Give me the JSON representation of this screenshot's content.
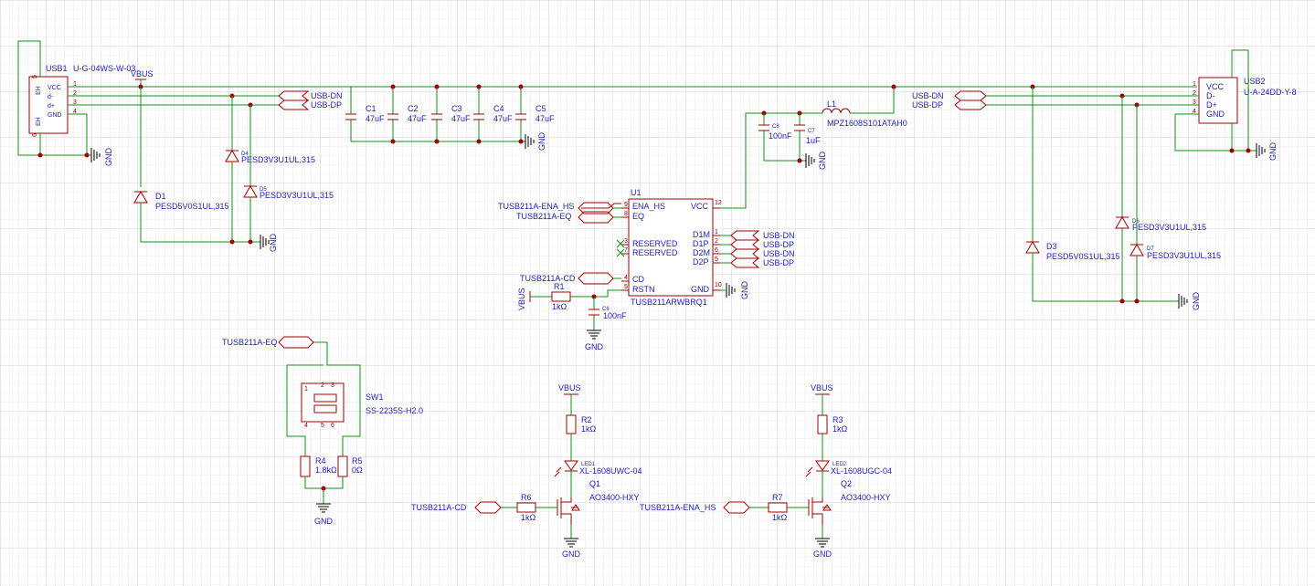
{
  "connectors": {
    "usb1": {
      "ref": "USB1",
      "part": "U-G-04WS-W-03",
      "pins": [
        "VCC",
        "d-",
        "d+",
        "GND"
      ],
      "nums": [
        "1",
        "2",
        "3",
        "4"
      ],
      "shield": [
        "EH",
        "EH"
      ],
      "shield_nums": [
        "5",
        "6"
      ]
    },
    "usb2": {
      "ref": "USB2",
      "part": "U-A-24DD-Y-8",
      "pins": [
        "VCC",
        "D-",
        "D+",
        "GND"
      ],
      "nums": [
        "1",
        "2",
        "3",
        "4"
      ]
    }
  },
  "capacitors": [
    {
      "ref": "C1",
      "value": "47uF"
    },
    {
      "ref": "C2",
      "value": "47uF"
    },
    {
      "ref": "C3",
      "value": "47uF"
    },
    {
      "ref": "C4",
      "value": "47uF"
    },
    {
      "ref": "C5",
      "value": "47uF"
    },
    {
      "ref": "C6",
      "value": "100nF"
    },
    {
      "ref": "C7",
      "value": "1uF"
    },
    {
      "ref": "C8",
      "value": "100nF"
    }
  ],
  "inductor": {
    "ref": "L1",
    "part": "MPZ1608S101ATAH0"
  },
  "diodes": [
    {
      "ref": "D1",
      "part": "PESD5V0S1UL,315"
    },
    {
      "ref": "D4",
      "part": "PESD3V3U1UL,315"
    },
    {
      "ref": "D5",
      "part": "PESD3V3U1UL,315"
    },
    {
      "ref": "D3",
      "part": "PESD5V0S1UL,315"
    },
    {
      "ref": "D6",
      "part": "PESD3V3U1UL,315"
    },
    {
      "ref": "D7",
      "part": "PESD3V3U1UL,315"
    }
  ],
  "ic": {
    "ref": "U1",
    "part": "TUSB211ARWBRQ1",
    "left_pins": [
      {
        "name": "ENA_HS",
        "num": "9"
      },
      {
        "name": "EQ",
        "num": "8"
      },
      {
        "name": "RESERVED",
        "num": "3"
      },
      {
        "name": "RESERVED",
        "num": "7"
      },
      {
        "name": "CD",
        "num": "4"
      },
      {
        "name": "RSTN",
        "num": "5"
      }
    ],
    "right_pins": [
      {
        "name": "VCC",
        "num": "12"
      },
      {
        "name": "D1M",
        "num": "1"
      },
      {
        "name": "D1P",
        "num": "2"
      },
      {
        "name": "D2M",
        "num": "6"
      },
      {
        "name": "D2P",
        "num": "5"
      },
      {
        "name": "GND",
        "num": "10"
      }
    ]
  },
  "resistors": [
    {
      "ref": "R1",
      "value": "1kΩ"
    },
    {
      "ref": "R2",
      "value": "1kΩ"
    },
    {
      "ref": "R3",
      "value": "1kΩ"
    },
    {
      "ref": "R4",
      "value": "1.8kΩ"
    },
    {
      "ref": "R5",
      "value": "0Ω"
    },
    {
      "ref": "R6",
      "value": "1kΩ"
    },
    {
      "ref": "R7",
      "value": "1kΩ"
    }
  ],
  "switch": {
    "ref": "SW1",
    "part": "SS-2235S-H2.0",
    "pins": [
      "1",
      "2",
      "3",
      "4",
      "5",
      "6"
    ]
  },
  "leds": [
    {
      "ref": "LED1",
      "part": "XL-1608UWC-04"
    },
    {
      "ref": "LED2",
      "part": "XL-1608UGC-04"
    }
  ],
  "mosfets": [
    {
      "ref": "Q1",
      "part": "AO3400-HXY"
    },
    {
      "ref": "Q2",
      "part": "AO3400-HXY"
    }
  ],
  "nets": {
    "vbus": "VBUS",
    "gnd": "GND",
    "usb_dn": "USB-DN",
    "usb_dp": "USB-DP",
    "ena_hs": "TUSB211A-ENA_HS",
    "eq": "TUSB211A-EQ",
    "cd": "TUSB211A-CD"
  }
}
